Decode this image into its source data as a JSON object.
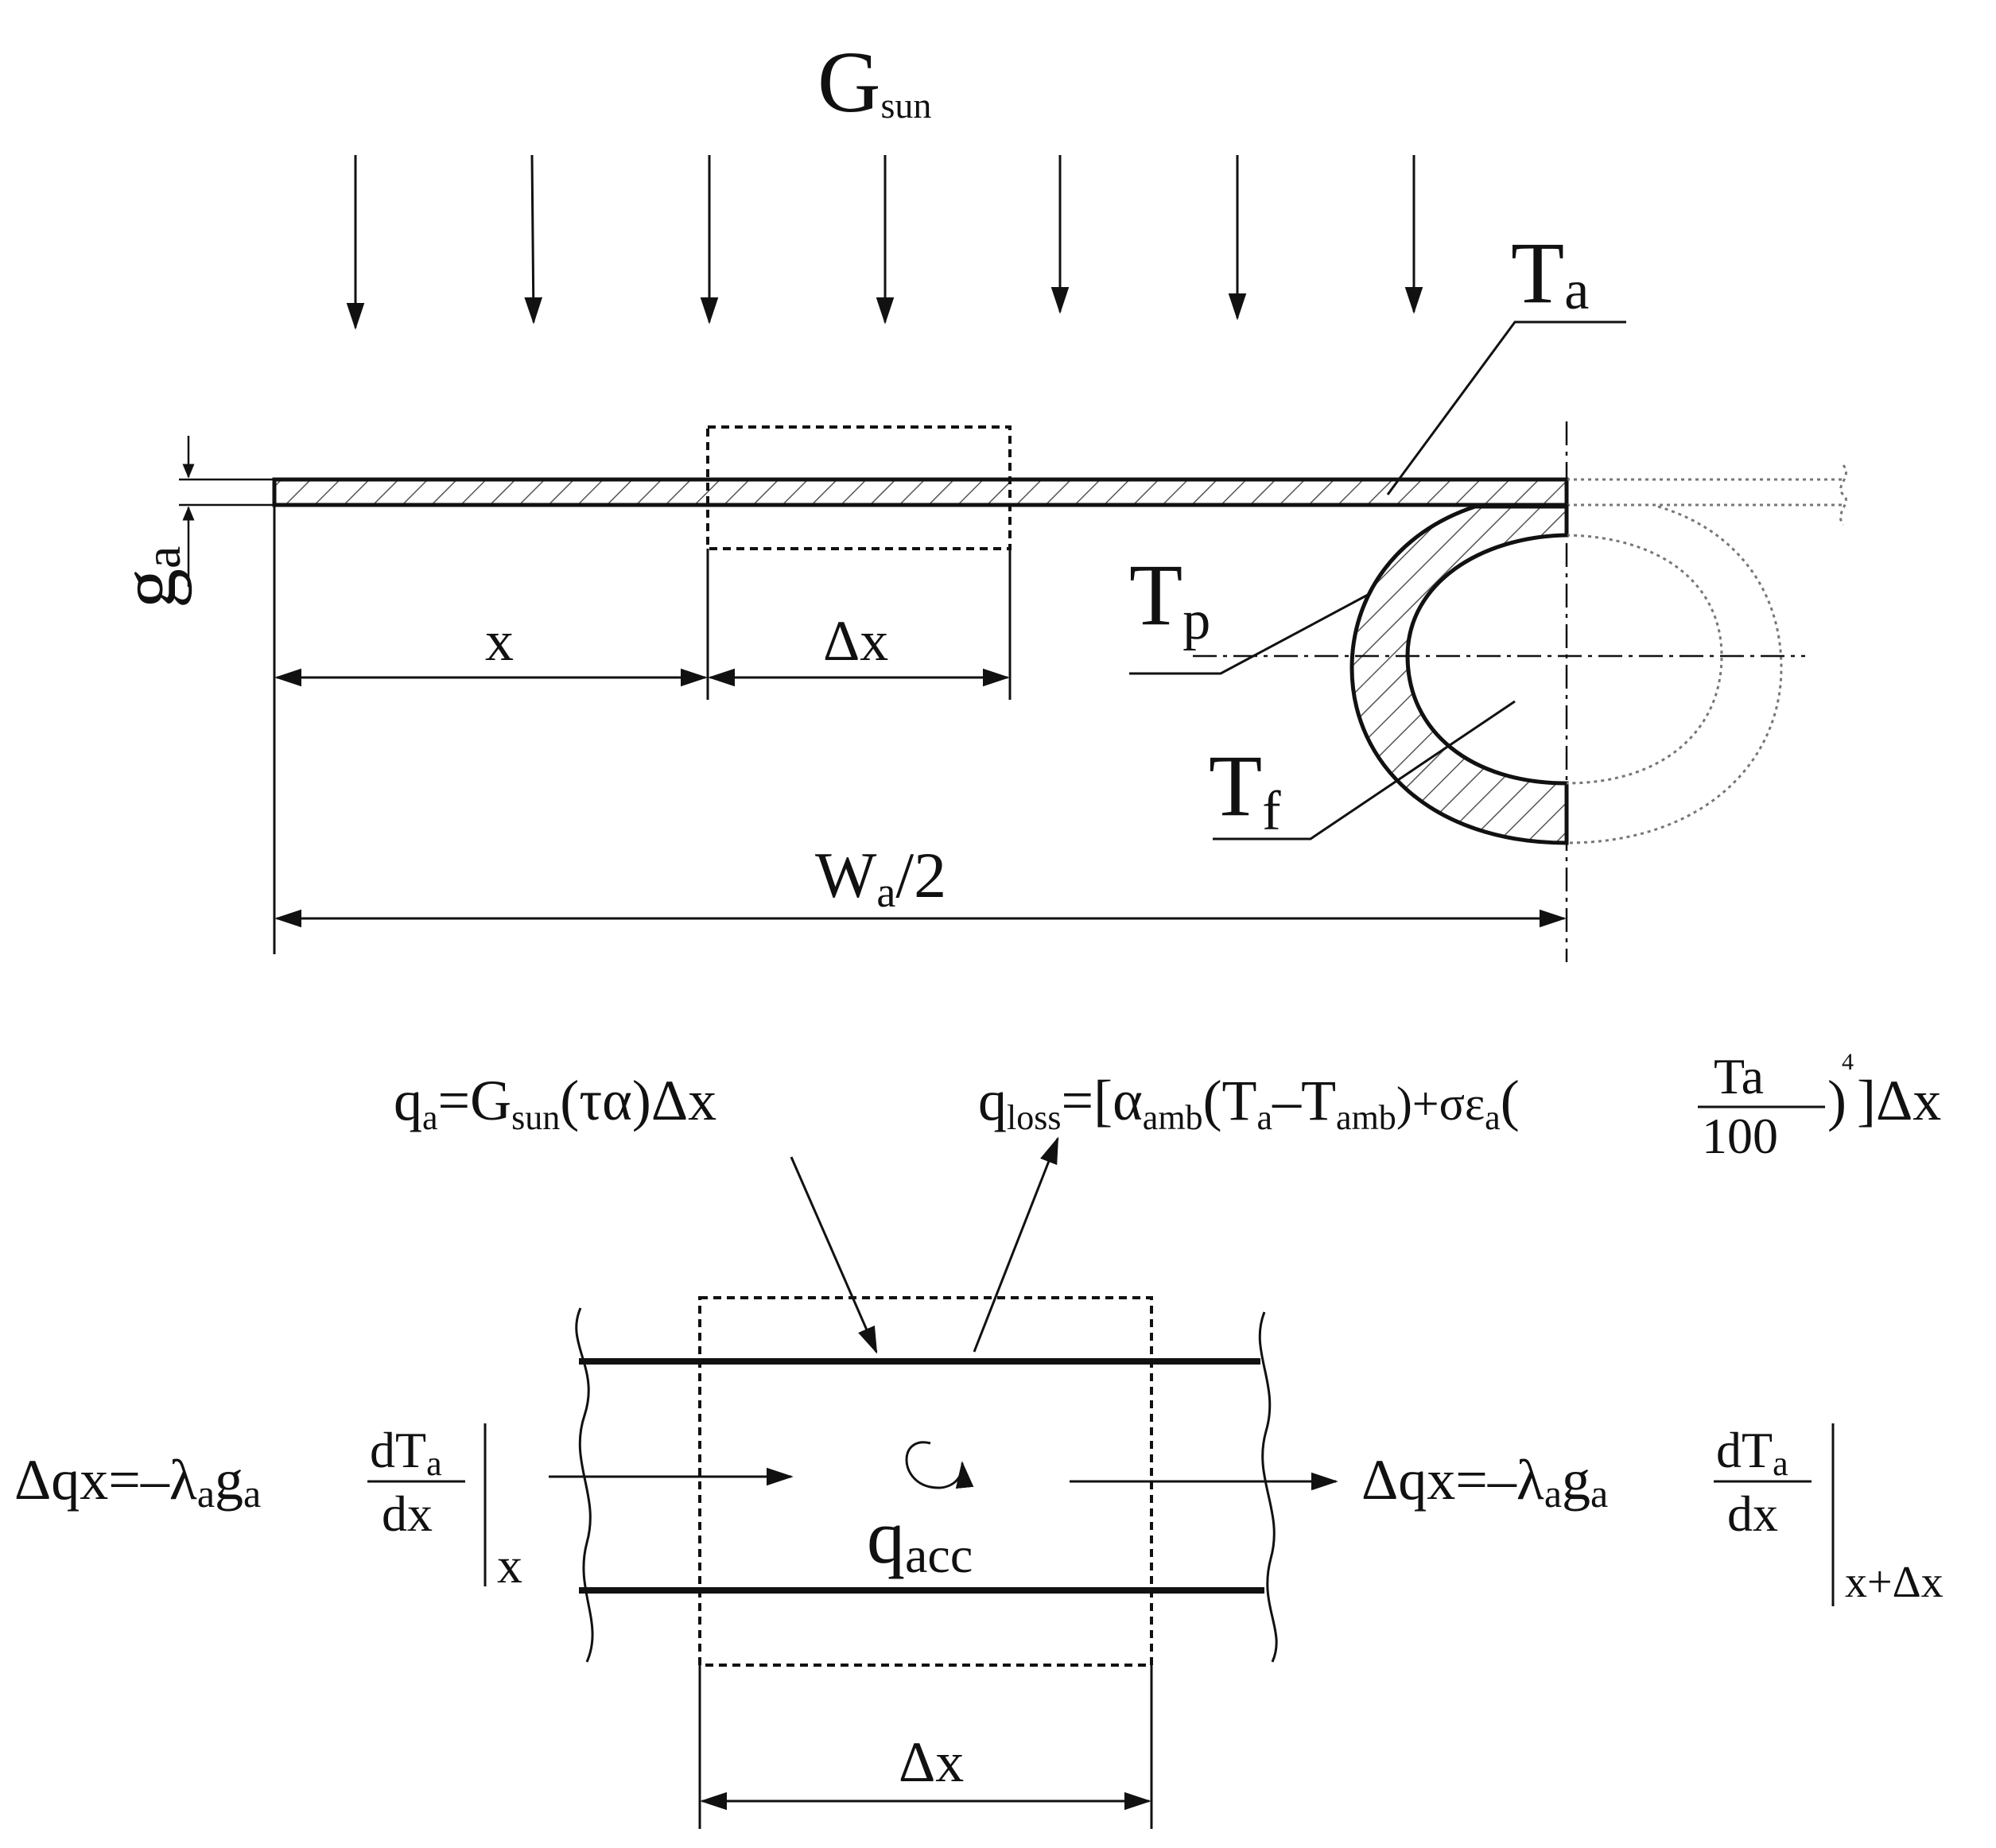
{
  "labels": {
    "gsun": {
      "main": "G",
      "sub": "sun"
    },
    "ta": {
      "main": "T",
      "sub": "a"
    },
    "tp": {
      "main": "T",
      "sub": "p"
    },
    "tf": {
      "main": "T",
      "sub": "f"
    },
    "ga": {
      "main": "g",
      "sub": "a"
    },
    "x": "x",
    "dx": "Δx",
    "wa": {
      "main": "W",
      "sub": "a",
      "tail": "/2"
    },
    "dx_bottom": "Δx"
  },
  "equations": {
    "qa": {
      "q": "q",
      "q_sub": "a",
      "eq": "=G",
      "g_sub": "sun",
      "rest": "(τα)Δx"
    },
    "qloss": {
      "q": "q",
      "q_sub": "loss",
      "open": "=[α",
      "alpha_sub": "amb",
      "paren": "(T",
      "ta_sub": "a",
      "minus": "–T",
      "tamb_sub": "amb",
      "plus": ")+σε",
      "eps_sub": "a",
      "lp": "(",
      "frac_num": "Ta",
      "frac_den": "100",
      "rp": ")",
      "power": "4",
      "end": "]Δx"
    },
    "flux_in": {
      "lhs": "Δqx=–λ",
      "lam_sub": "a",
      "g": "g",
      "g_sub": "a",
      "num": "dT",
      "num_sub": "a",
      "den": "dx",
      "eval": "x"
    },
    "flux_out": {
      "lhs": "Δqx=–λ",
      "lam_sub": "a",
      "g": "g",
      "g_sub": "a",
      "num": "dT",
      "num_sub": "a",
      "den": "dx",
      "eval": "x+Δx"
    },
    "qacc": {
      "q": "q",
      "sub": "acc"
    }
  },
  "colors": {
    "ink": "#111111",
    "hatch": "#555555",
    "dotted": "#777777"
  }
}
